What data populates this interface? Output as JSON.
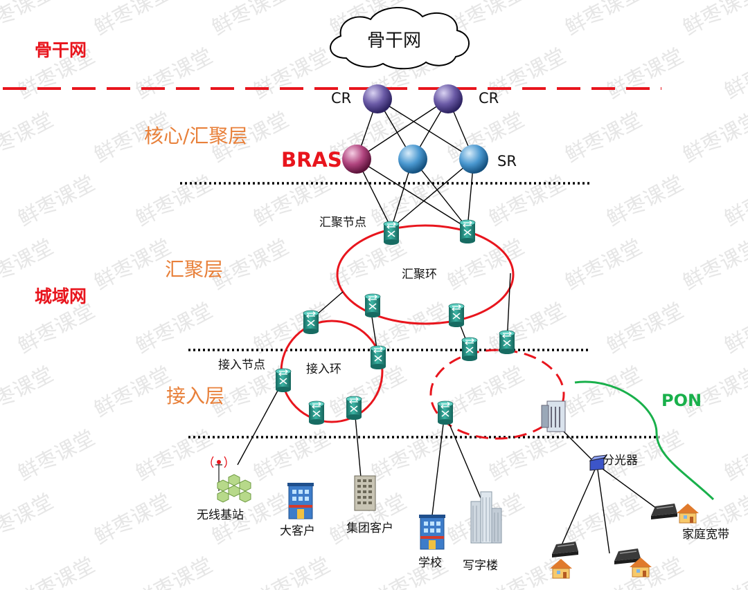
{
  "watermark": "鲜枣课堂",
  "section_labels": {
    "backbone": "骨干网",
    "metro": "城域网"
  },
  "layer_labels": {
    "core": "核心/汇聚层",
    "aggregation": "汇聚层",
    "access": "接入层"
  },
  "cloud_label": "骨干网",
  "devices": {
    "cr_left": "CR",
    "cr_right": "CR",
    "bras": "BRAS",
    "sr": "SR",
    "agg_node": "汇聚节点",
    "agg_ring": "汇聚环",
    "access_node": "接入节点",
    "access_ring": "接入环",
    "splitter": "分光器",
    "pon": "PON"
  },
  "endpoints": {
    "base_station": "无线基站",
    "big_customer": "大客户",
    "group_customer": "集团客户",
    "school": "学校",
    "office": "写字楼",
    "home": "家庭宽带"
  },
  "colors": {
    "red": "#e8151d",
    "orange": "#e8803a",
    "green": "#19b04b",
    "router": "#2a9a8c"
  }
}
